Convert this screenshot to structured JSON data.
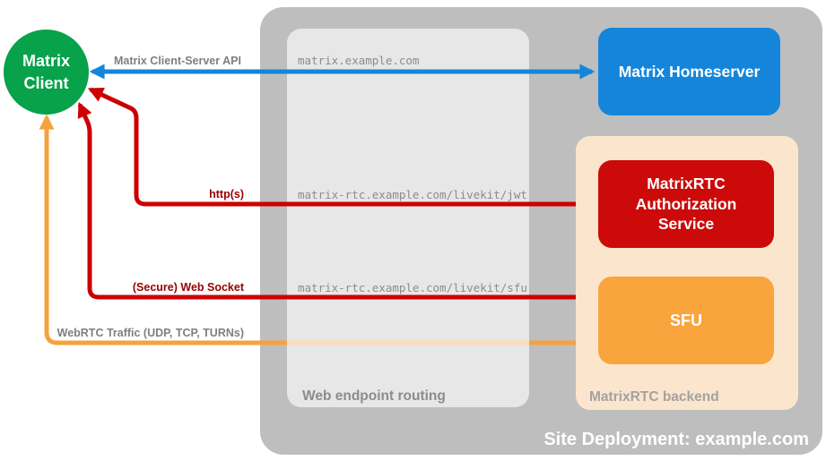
{
  "colors": {
    "green": "#07A24A",
    "blue": "#1585DB",
    "red": "#CC0000",
    "red_box": "#CC0A0A",
    "red_dark": "#990000",
    "orange": "#F6A23C",
    "orange_box": "#F9A43D",
    "peach": "#FCE5CD",
    "container_gray": "#BEBEBE",
    "label_gray": "#7F7F7F",
    "url_gray": "#8C8C8C",
    "backend_label_gray": "#A2A2A2"
  },
  "nodes": {
    "client": "Matrix Client",
    "homeserver": "Matrix Homeserver",
    "auth_service": "MatrixRTC Authorization Service",
    "sfu": "SFU"
  },
  "regions": {
    "site_deployment": "Site Deployment: example.com",
    "web_endpoint_routing": "Web endpoint routing",
    "matrixrtc_backend": "MatrixRTC backend"
  },
  "endpoints": {
    "homeserver": "matrix.example.com",
    "jwt": "matrix-rtc.example.com/livekit/jwt",
    "sfu": "matrix-rtc.example.com/livekit/sfu"
  },
  "arrows": {
    "client_server": {
      "label": "Matrix Client-Server API",
      "color": "#1585DB",
      "bidirectional": true
    },
    "https": {
      "label": "http(s)",
      "color": "#CC0000",
      "bidirectional": true
    },
    "websocket": {
      "label": "(Secure) Web Socket",
      "color": "#CC0000",
      "bidirectional": true
    },
    "webrtc": {
      "label": "WebRTC Traffic (UDP, TCP, TURNs)",
      "color": "#F6A23C",
      "bidirectional": true
    }
  }
}
